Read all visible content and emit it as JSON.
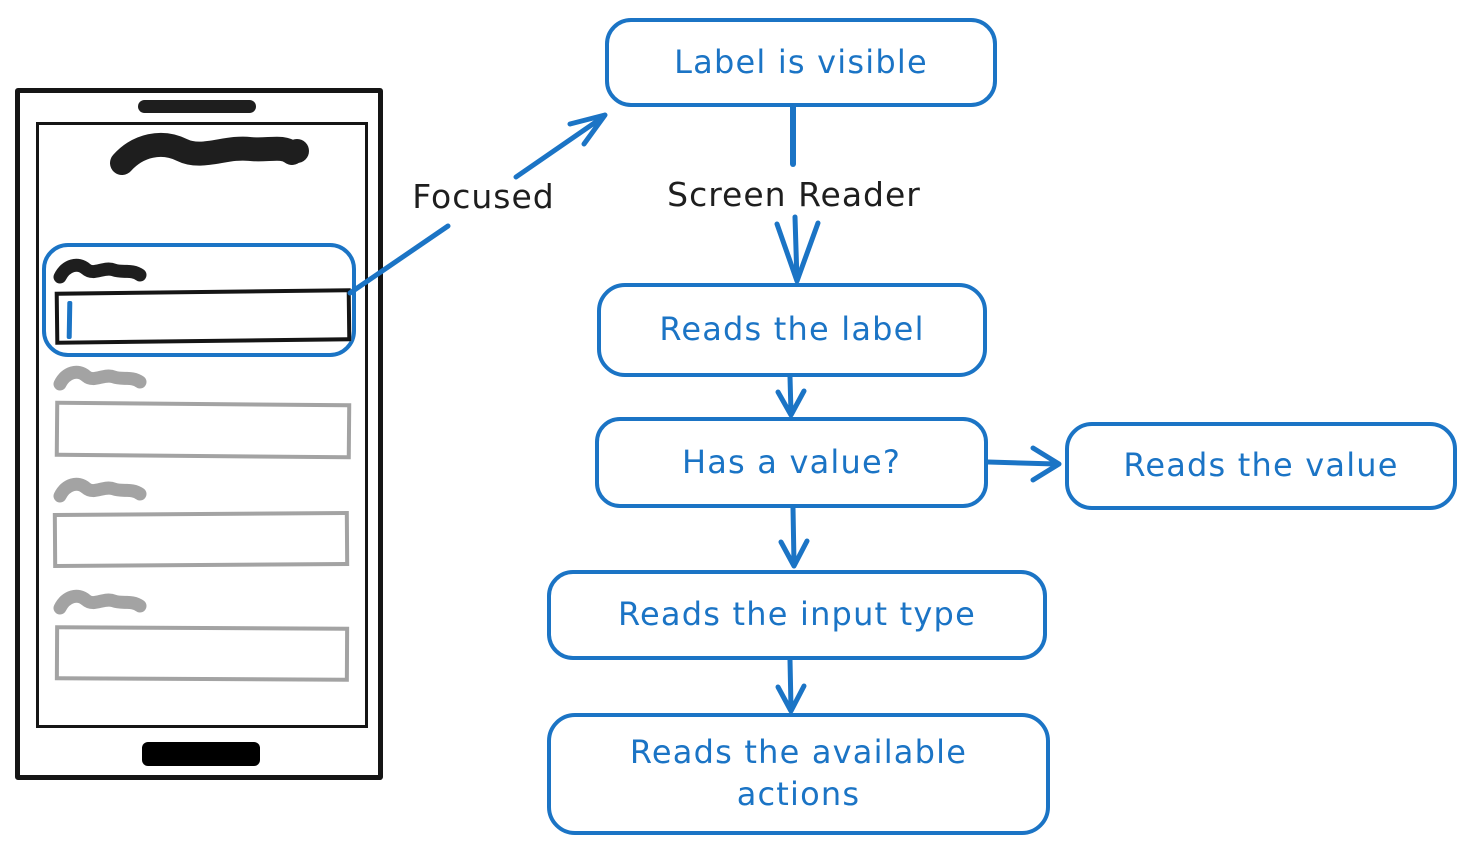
{
  "colors": {
    "accent_blue": "#1b74c5",
    "ink_black": "#1e1e1e",
    "muted_gray": "#a3a3a3",
    "background": "#ffffff"
  },
  "annotations": {
    "focused": "Focused",
    "screen_reader": "Screen Reader"
  },
  "flowchart": {
    "nodes": [
      {
        "id": "label-visible",
        "label": "Label is visible"
      },
      {
        "id": "reads-the-label",
        "label": "Reads the label"
      },
      {
        "id": "has-a-value",
        "label": "Has a value?"
      },
      {
        "id": "reads-the-value",
        "label": "Reads the value"
      },
      {
        "id": "reads-the-input-type",
        "label": "Reads the input type"
      },
      {
        "id": "reads-the-available-actions",
        "label": "Reads the available actions"
      }
    ],
    "edges": [
      {
        "from": "label-visible",
        "to": "reads-the-label",
        "via_text": "Screen Reader"
      },
      {
        "from": "reads-the-label",
        "to": "has-a-value"
      },
      {
        "from": "has-a-value",
        "to": "reads-the-value"
      },
      {
        "from": "has-a-value",
        "to": "reads-the-input-type"
      },
      {
        "from": "reads-the-input-type",
        "to": "reads-the-available-actions"
      },
      {
        "from": "phone-focused-field",
        "to": "label-visible",
        "via_text": "Focused"
      }
    ]
  },
  "phone": {
    "parts": [
      "speaker-bar",
      "screen",
      "app-title-scribble",
      "home-button"
    ],
    "form_fields": [
      {
        "state": "focused",
        "label_style": "black-scribble",
        "has_text_cursor": true
      },
      {
        "state": "unfocused",
        "label_style": "gray-scribble",
        "has_text_cursor": false
      },
      {
        "state": "unfocused",
        "label_style": "gray-scribble",
        "has_text_cursor": false
      },
      {
        "state": "unfocused",
        "label_style": "gray-scribble",
        "has_text_cursor": false
      }
    ]
  }
}
